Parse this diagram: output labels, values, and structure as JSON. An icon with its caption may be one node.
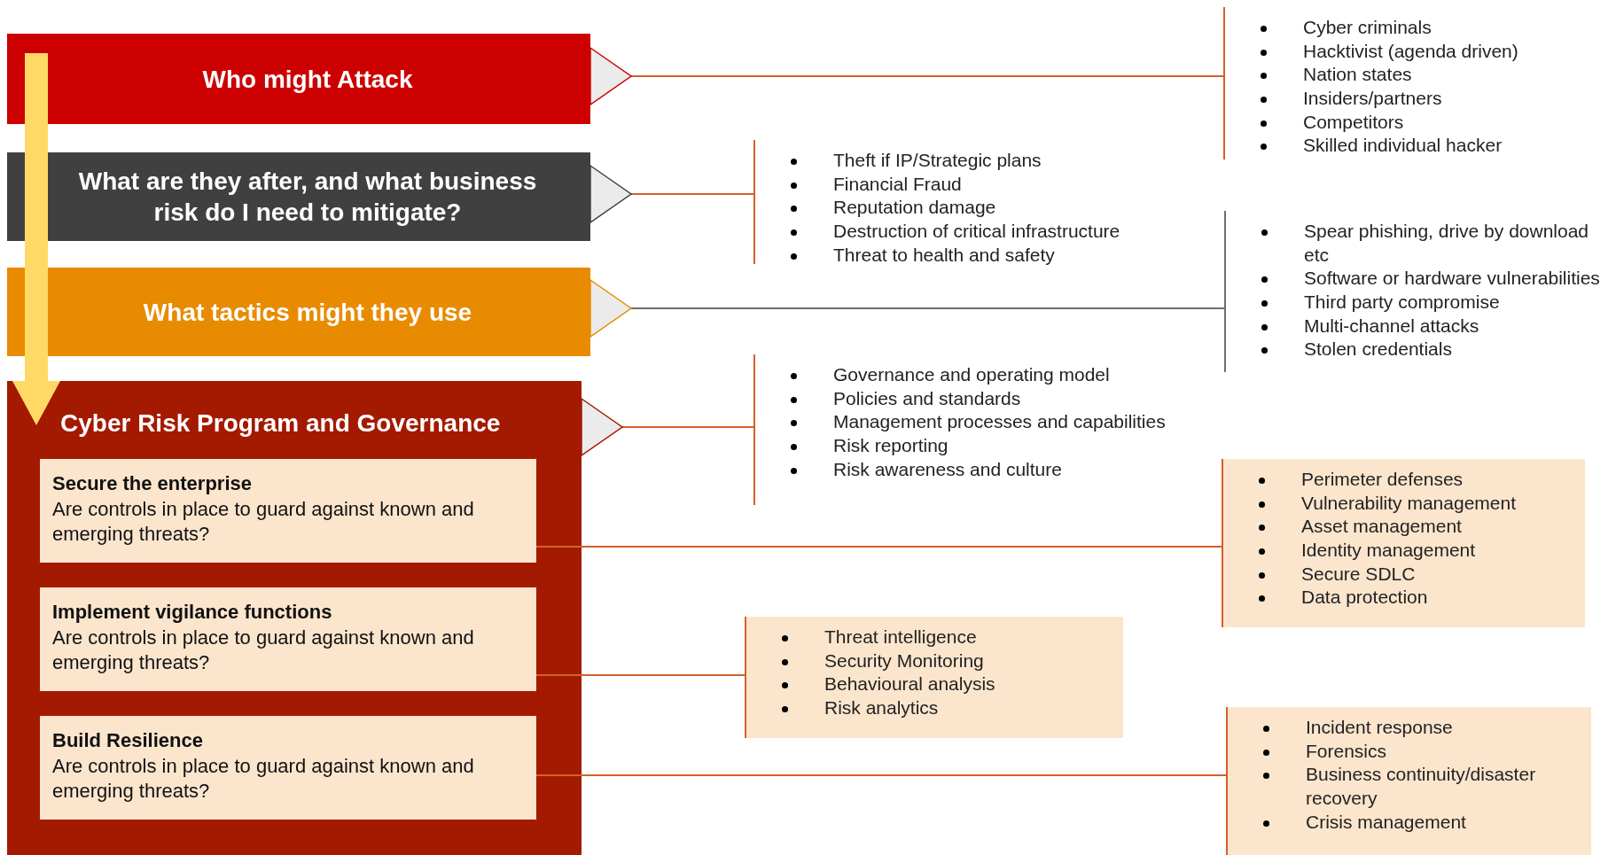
{
  "diagram": {
    "nodes": [
      {
        "text": [
          "Who might Attack"
        ]
      },
      {
        "text": [
          "What are they after, and what business risk do   I need to mitigate?"
        ]
      },
      {
        "text": [
          "What tactics might they use"
        ]
      },
      {
        "text": [
          "Cyber Risk Program and Governance"
        ]
      },
      {
        "text": [
          "Secure the enterprise",
          "Are controls  in place to guard against known and emerging threats?"
        ],
        "in": 3
      },
      {
        "text": [
          "Implement vigilance functions",
          "Are controls  in place to guard against known and emerging threats?"
        ],
        "in": 3
      },
      {
        "text": [
          "Build Resilience",
          "Are controls  in place to guard against known and emerging threats?"
        ],
        "in": 3
      },
      {
        "text": [
          "Cyber criminals",
          "Hacktivist (agenda driven)",
          "Nation states",
          "Insiders/partners",
          "Competitors",
          "Skilled individual hacker"
        ]
      },
      {
        "text": [
          "Theft if IP/Strategic plans",
          "Financial Fraud",
          "Reputation damage",
          "Destruction of critical infrastructure",
          "Threat to health and safety"
        ]
      },
      {
        "text": [
          "Spear phishing, drive by download etc",
          "Software or hardware vulnerabilities",
          "Third party compromise",
          "Multi-channel attacks",
          "Stolen credentials"
        ]
      },
      {
        "text": [
          "Governance and operating model",
          "Policies and standards",
          "Management processes and capabilities",
          "Risk reporting",
          "Risk awareness and culture"
        ]
      },
      {
        "text": [
          "Perimeter defenses",
          "Vulnerability management",
          "Asset management",
          "Identity management",
          "Secure SDLC",
          "Data protection"
        ]
      },
      {
        "text": [
          "Threat intelligence",
          "Security Monitoring",
          "Behavioural analysis",
          "Risk analytics"
        ]
      },
      {
        "text": [
          "Incident response",
          "Forensics",
          "Business continuity/disaster recovery",
          "Crisis management"
        ]
      }
    ],
    "edges": [
      {
        "from": 0,
        "to": 7,
        "arrow": "none"
      },
      {
        "from": 1,
        "to": 8,
        "arrow": "none"
      },
      {
        "from": 2,
        "to": 9,
        "arrow": "none",
        "color": "#6e6e6e"
      },
      {
        "from": 3,
        "to": 10,
        "arrow": "none"
      },
      {
        "from": 4,
        "to": 11,
        "arrow": "none"
      },
      {
        "from": 5,
        "to": 12,
        "arrow": "none"
      },
      {
        "from": 6,
        "to": 13,
        "arrow": "none"
      }
    ]
  }
}
